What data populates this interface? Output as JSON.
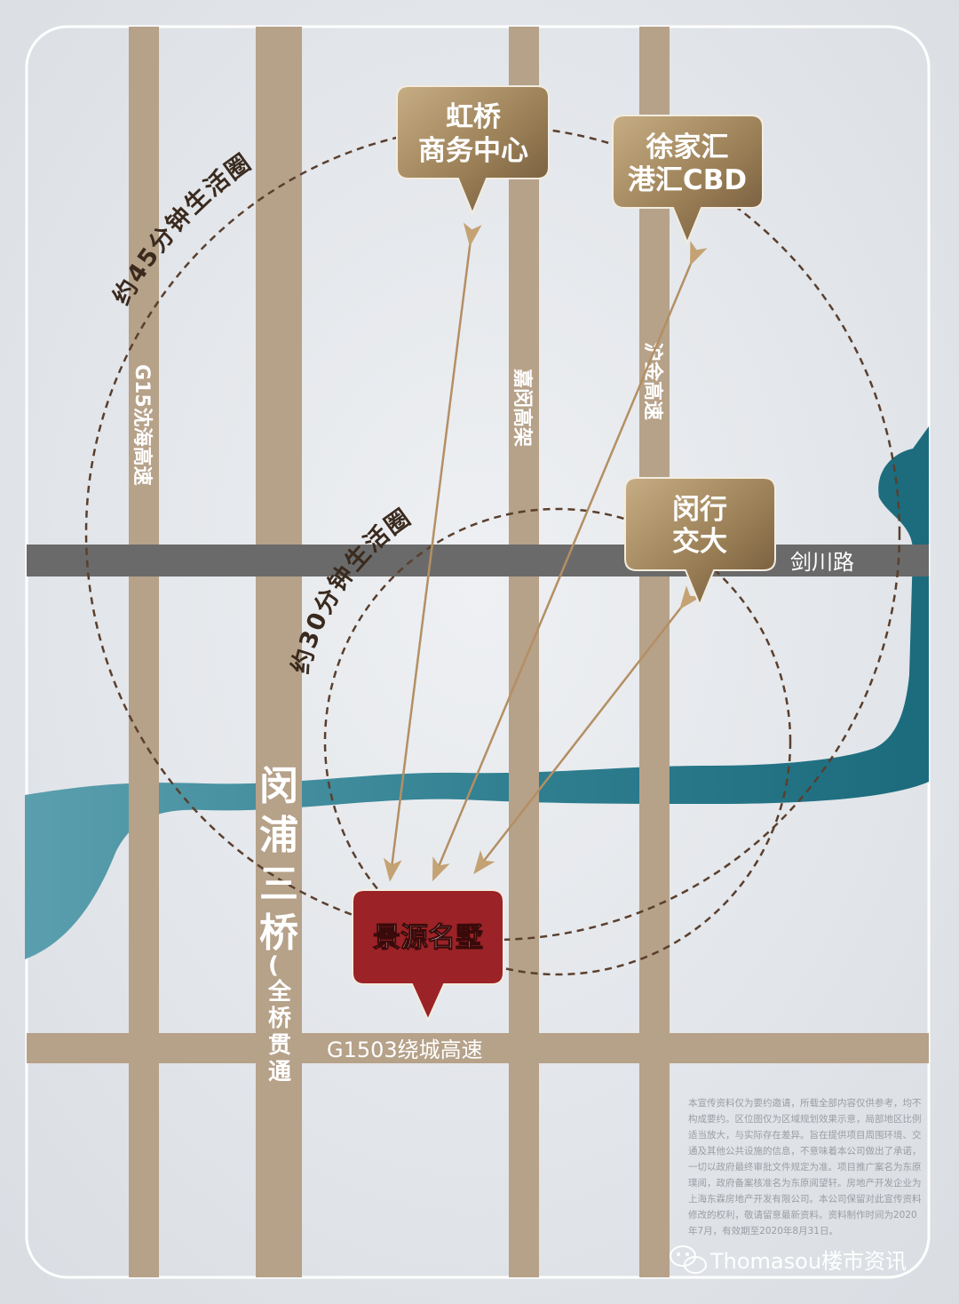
{
  "roads": {
    "g15": "G15沈海高速",
    "jiamin": "嘉闵高架",
    "hujin": "沪金高速",
    "jianchuan": "剑川路",
    "g1503": "G1503绕城高速"
  },
  "bridge": {
    "name": [
      "闵",
      "浦",
      "三",
      "桥"
    ],
    "note": [
      "(",
      "全",
      "桥",
      "贯",
      "通",
      ")"
    ]
  },
  "rings": {
    "outer": "约45分钟生活圈",
    "inner": "约30分钟生活圈"
  },
  "destinations": {
    "hongqiao": [
      "虹桥",
      "商务中心"
    ],
    "xujiahui": [
      "徐家汇",
      "港汇CBD"
    ],
    "minhang": [
      "闵行",
      "交大"
    ]
  },
  "project": {
    "name": "景源名墅"
  },
  "disclaimer": [
    "本宣传资料仅为要约邀请，所载全部内容仅供参考，均不",
    "构成要约。区位图仅为区域规划效果示意，局部地区比例",
    "适当放大，与实际存在差异。旨在提供项目周围环境、交",
    "通及其他公共设施的信息，不意味着本公司做出了承诺，",
    "一切以政府最终审批文件规定为准。项目推广案名为东原",
    "璞阅，政府备案核准名为东原阅望轩。房地产开发企业为",
    "上海东霖房地产开发有限公司。本公司保留对此宣传资料",
    "修改的权利，敬请留意最新资料。资料制作时间为2020",
    "年7月，有效期至2020年8月31日。"
  ],
  "watermark": {
    "text": "Thomasou楼市资讯",
    "icon": "wechat-icon"
  },
  "colors": {
    "road": "#b59f85",
    "dark_road": "#6b6b6b",
    "river": "#2d7a8c",
    "callout_gold": "#9c8360",
    "project_red": "#9b2226",
    "ring_dash": "#5a4030"
  }
}
